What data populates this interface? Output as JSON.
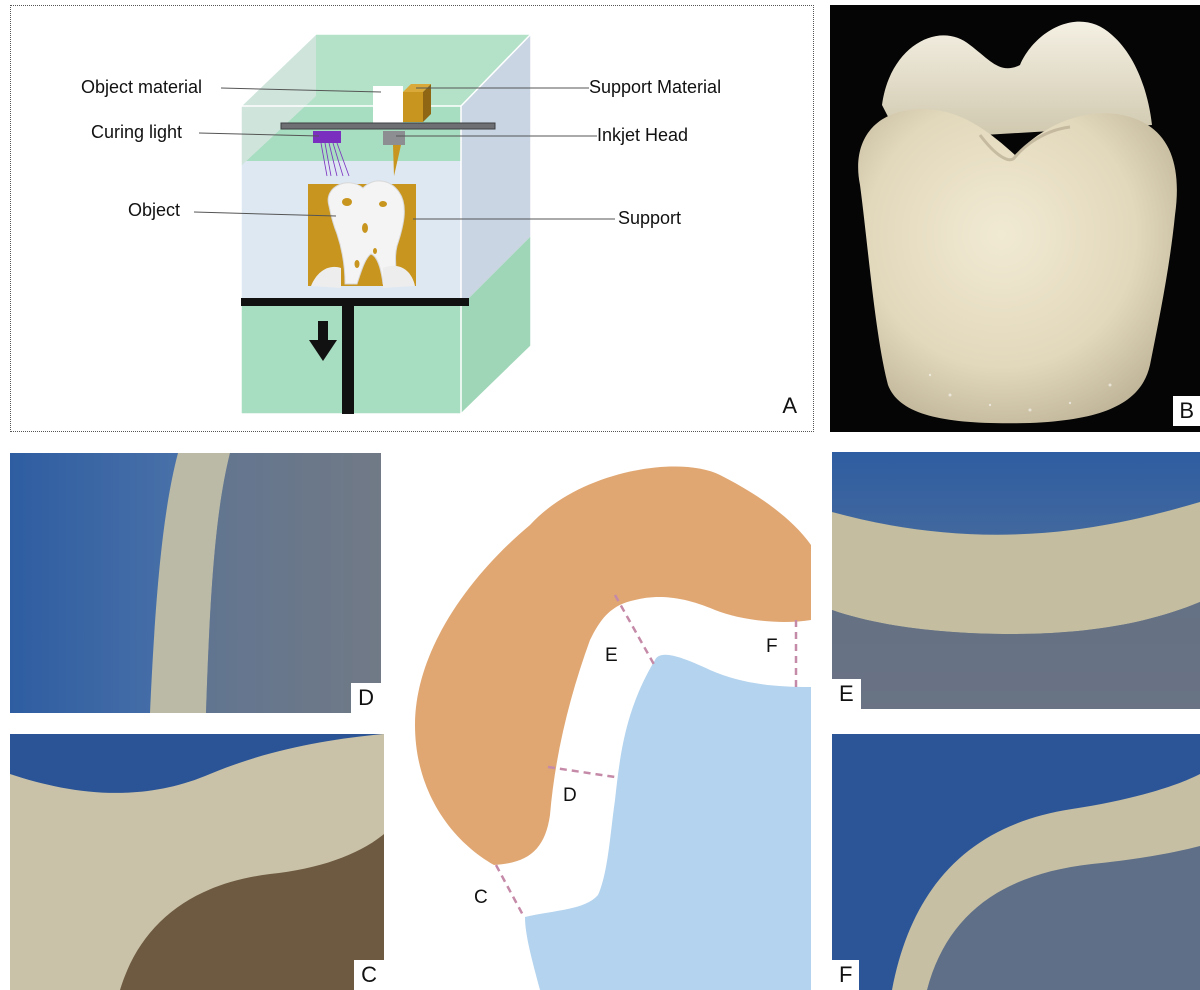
{
  "panels": {
    "a": {
      "letter": "A",
      "labels": {
        "object_material": "Object material",
        "support_material": "Support Material",
        "curing_light": "Curing light",
        "inkjet_head": "Inkjet Head",
        "object": "Object",
        "support": "Support"
      }
    },
    "b": {
      "letter": "B"
    },
    "c": {
      "letter": "C"
    },
    "d": {
      "letter": "D"
    },
    "e": {
      "letter": "E"
    },
    "f": {
      "letter": "F"
    },
    "section": {
      "cut_labels": {
        "c": "C",
        "d": "D",
        "e": "E",
        "f": "F"
      }
    }
  },
  "colors": {
    "frame_green": "#a7ddc0",
    "frame_blue": "#dde8f3",
    "support_gold": "#c8951e",
    "curing_purple": "#7b2fbe",
    "crown_orange": "#e0a773",
    "die_blue": "#b3d3ee",
    "cut_line": "#c58aa8",
    "backdrop_blue": "#2e5da1"
  }
}
